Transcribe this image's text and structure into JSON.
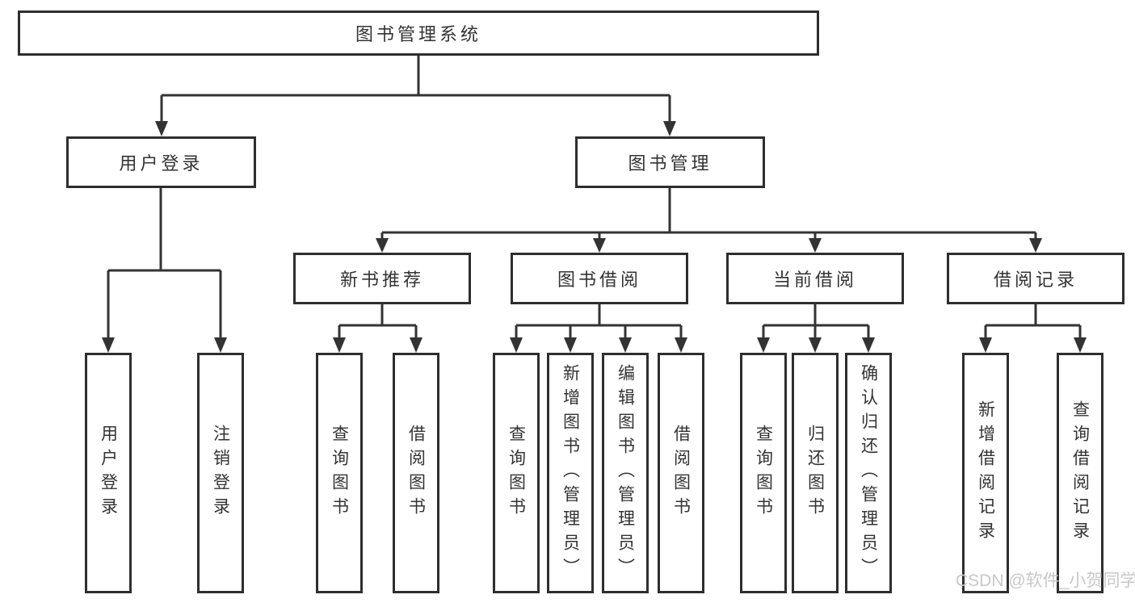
{
  "tree": {
    "root": {
      "label": "图书管理系统"
    },
    "level2": [
      {
        "label": "用户登录"
      },
      {
        "label": "图书管理"
      }
    ],
    "level3": [
      {
        "label": "新书推荐"
      },
      {
        "label": "图书借阅"
      },
      {
        "label": "当前借阅"
      },
      {
        "label": "借阅记录"
      }
    ],
    "leaves": {
      "login": [
        {
          "label": "用户登录"
        },
        {
          "label": "注销登录"
        }
      ],
      "recommend": [
        {
          "label": "查询图书"
        },
        {
          "label": "借阅图书"
        }
      ],
      "borrow": [
        {
          "label": "查询图书"
        },
        {
          "label": "新增图书（管理员）"
        },
        {
          "label": "编辑图书（管理员）"
        },
        {
          "label": "借阅图书"
        }
      ],
      "current": [
        {
          "label": "查询图书"
        },
        {
          "label": "归还图书"
        },
        {
          "label": "确认归还（管理员）"
        }
      ],
      "records": [
        {
          "label": "新增借阅记录"
        },
        {
          "label": "查询借阅记录"
        }
      ]
    }
  },
  "watermark": {
    "text": "CSDN @软件_小贺同学"
  },
  "colors": {
    "line": "#333333",
    "box_border": "#2e2e2e",
    "text": "#333333",
    "watermark": "#c8c8c8",
    "background": "#ffffff"
  }
}
